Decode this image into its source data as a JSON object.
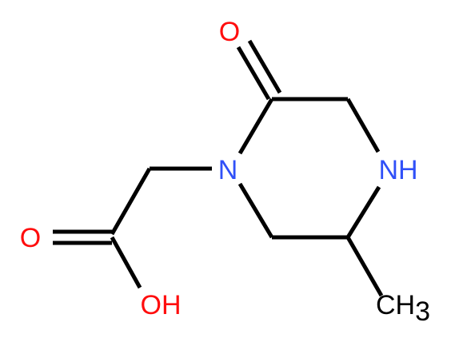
{
  "molecule": {
    "atoms": {
      "carbonyl_oxygen": "O",
      "amide_nitrogen": "N",
      "amine_group": "NH",
      "acid_oxygen": "O",
      "hydroxyl": "OH",
      "methyl_main": "CH",
      "methyl_subscript": "3"
    },
    "colors": {
      "oxygen": "#ff0d0d",
      "nitrogen": "#3050f8",
      "carbon": "#000000",
      "bond": "#000000",
      "background": "#ffffff"
    }
  }
}
